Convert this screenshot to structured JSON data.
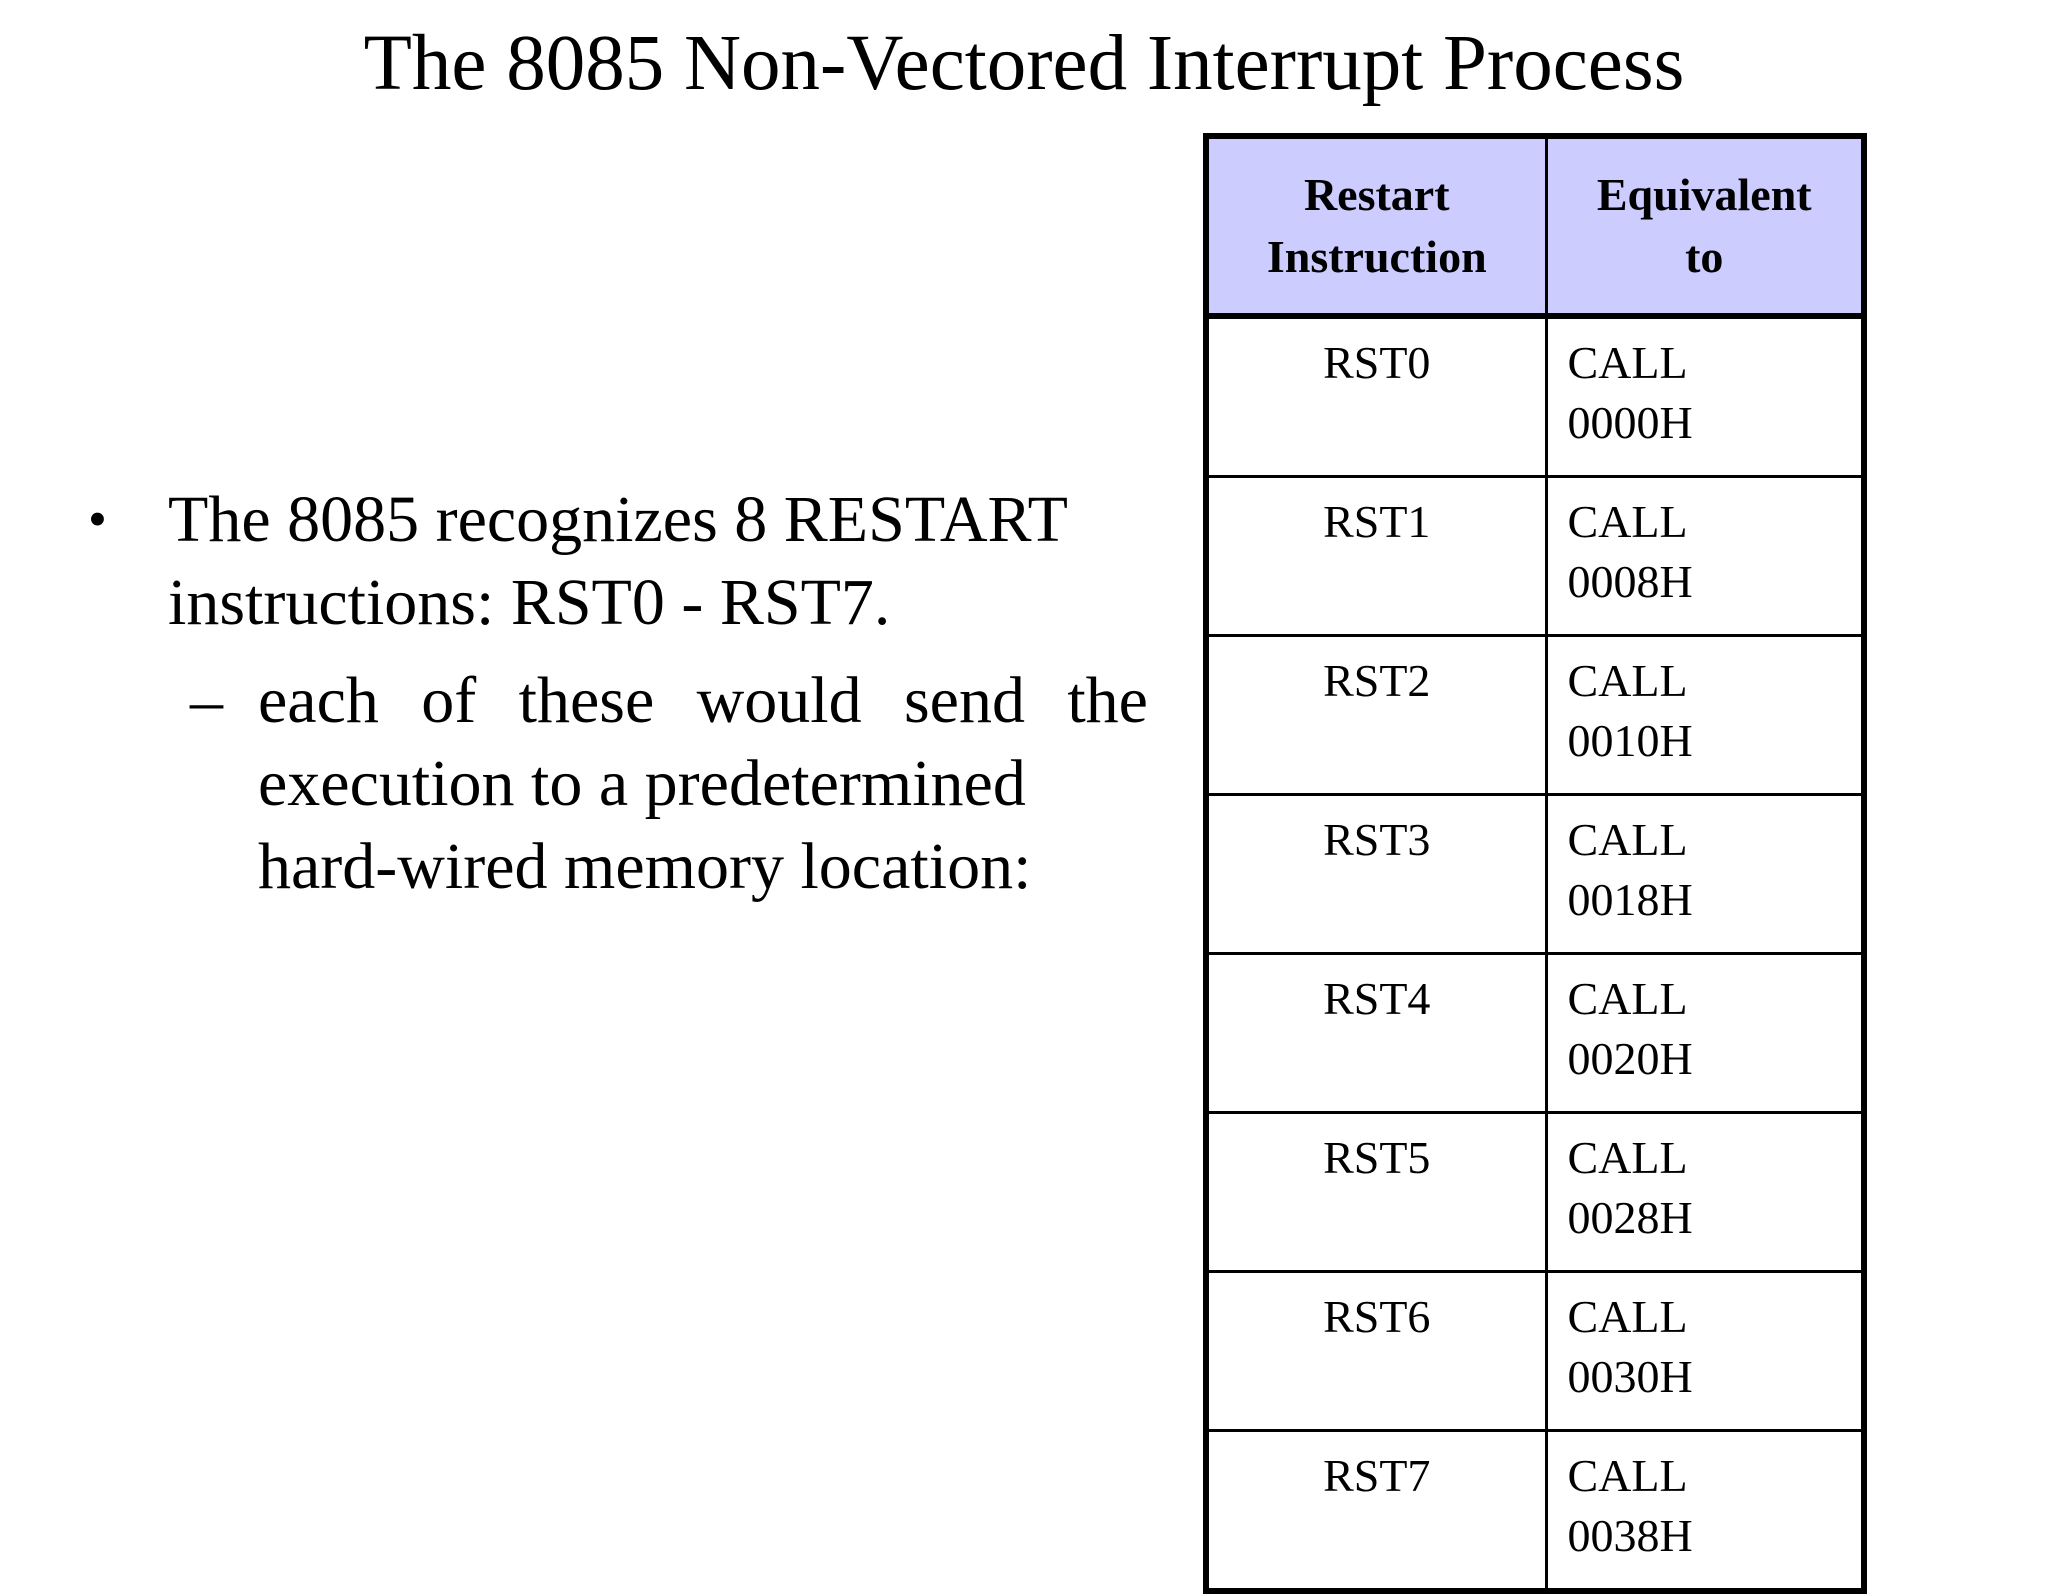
{
  "title": "The 8085 Non-Vectored Interrupt Process",
  "bullet": {
    "lines": [
      "The 8085 recognizes 8 RESTART",
      "instructions: RST0 - RST7."
    ],
    "sub": {
      "lines": [
        "each of these would send the",
        "execution to a predetermined",
        "hard-wired memory location:"
      ]
    }
  },
  "table": {
    "headers": [
      [
        "Restart",
        "Instruction"
      ],
      [
        "Equivalent",
        "to"
      ]
    ],
    "rows": [
      {
        "instruction": "RST0",
        "call": "CALL",
        "address": "0000H"
      },
      {
        "instruction": "RST1",
        "call": "CALL",
        "address": "0008H"
      },
      {
        "instruction": "RST2",
        "call": "CALL",
        "address": "0010H"
      },
      {
        "instruction": "RST3",
        "call": "CALL",
        "address": "0018H"
      },
      {
        "instruction": "RST4",
        "call": "CALL",
        "address": "0020H"
      },
      {
        "instruction": "RST5",
        "call": "CALL",
        "address": "0028H"
      },
      {
        "instruction": "RST6",
        "call": "CALL",
        "address": "0030H"
      },
      {
        "instruction": "RST7",
        "call": "CALL",
        "address": "0038H"
      }
    ]
  }
}
